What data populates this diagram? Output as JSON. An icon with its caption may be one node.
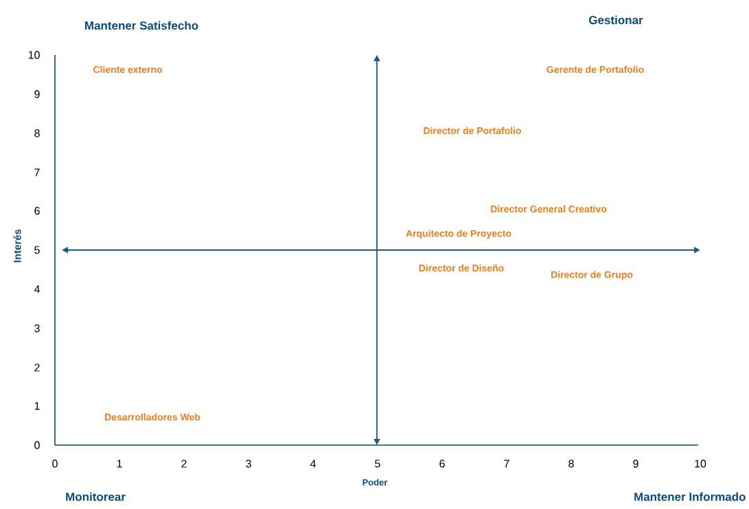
{
  "diagram": {
    "labels": [
      "Mantener Satisfecho",
      "Gestionar",
      "10",
      "Cliente externo",
      "Gerente de Portafolio",
      "9",
      "8",
      "Director de Portafolio",
      "7",
      "6",
      "Director General Creativo",
      "Interés",
      "Arquitecto de Proyecto",
      "5",
      "Director de Diseño",
      "Director de Grupo",
      "4",
      "3",
      "2",
      "1",
      "Desarrolladores Web",
      "0",
      "0",
      "1",
      "2",
      "3",
      "4",
      "5",
      "6",
      "7",
      "8",
      "9",
      "10",
      "Poder",
      "Monitorear",
      "Mantener Informado"
    ]
  }
}
